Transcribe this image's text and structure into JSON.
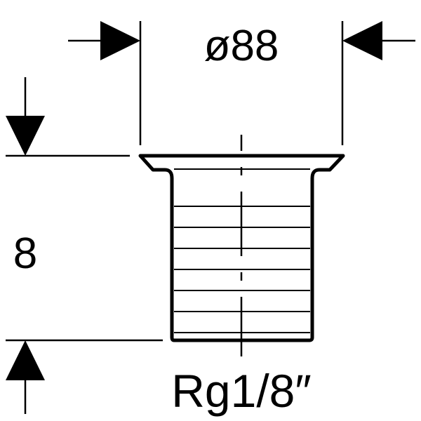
{
  "drawing": {
    "diameter_label": "ø88",
    "height_label": "8",
    "thread_label": "Rg1/8″",
    "line_color": "#000000",
    "background": "#ffffff"
  }
}
